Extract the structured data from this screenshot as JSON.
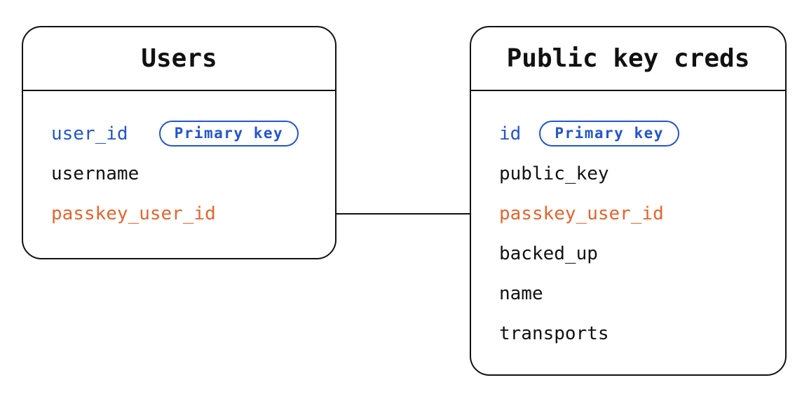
{
  "diagram": {
    "colors": {
      "primary_key_blue": "#2355cf",
      "foreign_key_orange": "#e7642c",
      "line_black": "#111111",
      "background": "#ffffff"
    },
    "tables": [
      {
        "title": "Users",
        "fields": [
          {
            "name": "user_id",
            "role": "primary-key",
            "badge": "Primary key"
          },
          {
            "name": "username",
            "role": "normal"
          },
          {
            "name": "passkey_user_id",
            "role": "foreign-key"
          }
        ]
      },
      {
        "title": "Public key creds",
        "fields": [
          {
            "name": "id",
            "role": "primary-key",
            "badge": "Primary key"
          },
          {
            "name": "public_key",
            "role": "normal"
          },
          {
            "name": "passkey_user_id",
            "role": "foreign-key"
          },
          {
            "name": "backed_up",
            "role": "normal"
          },
          {
            "name": "name",
            "role": "normal"
          },
          {
            "name": "transports",
            "role": "normal"
          }
        ]
      }
    ],
    "relationship": {
      "connects": [
        "Users.passkey_user_id",
        "Public key creds.passkey_user_id"
      ],
      "style": "straight-line"
    }
  }
}
